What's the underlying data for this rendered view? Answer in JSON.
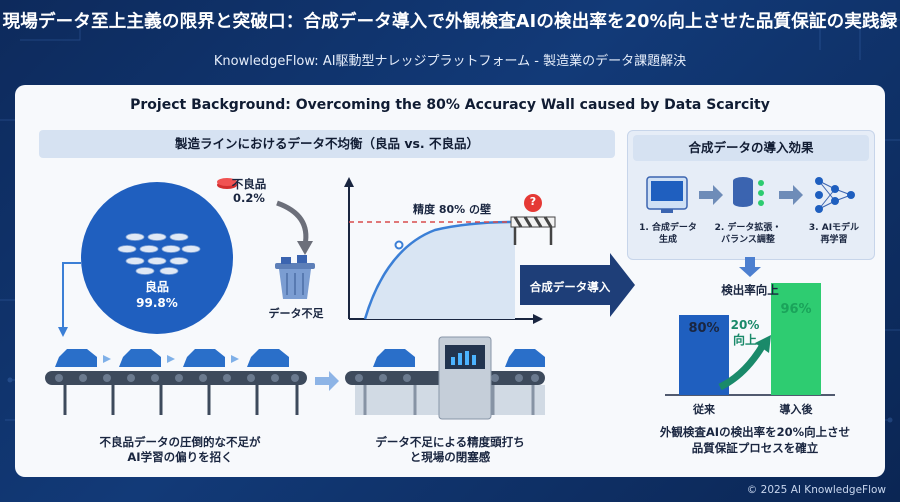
{
  "header": {
    "title": "現場データ至上主義の限界と突破口：合成データ導入で外観検査AIの検出率を20%向上させた品質保証の実践録",
    "subtitle": "KnowledgeFlow: AI駆動型ナレッジプラットフォーム - 製造業のデータ課題解決"
  },
  "panel": {
    "title": "Project Background: Overcoming the 80% Accuracy Wall caused by Data Scarcity"
  },
  "left_section": {
    "header": "製造ラインにおけるデータ不均衡（良品 vs. 不良品）",
    "defect_label": "不良品",
    "defect_value": "0.2%",
    "good_label": "良品",
    "good_value": "99.8%",
    "shortage_label": "データ不足",
    "accuracy_wall_label": "精度 80% の壁",
    "question_mark": "?",
    "caption_left_1": "不良品データの圧倒的な不足が",
    "caption_left_2": "AI学習の偏りを招く",
    "caption_mid_1": "データ不足による精度頭打ち",
    "caption_mid_2": "と現場の閉塞感",
    "arrow_label": "合成データ導入"
  },
  "right_section": {
    "header": "合成データの導入効果",
    "steps": [
      {
        "line1": "1. 合成データ",
        "line2": "生成"
      },
      {
        "line1": "2. データ拡張・",
        "line2": "バランス調整"
      },
      {
        "line1": "3. AIモデル",
        "line2": "再学習"
      }
    ],
    "result_title": "検出率向上",
    "improve_line1": "20%",
    "improve_line2": "向上",
    "caption_1": "外観検査AIの検出率を20%向上させ",
    "caption_2": "品質保証プロセスを確立"
  },
  "chart_data": {
    "type": "bar",
    "categories": [
      "従来",
      "導入後"
    ],
    "values": [
      80,
      96
    ],
    "value_labels": [
      "80%",
      "96%"
    ],
    "title": "検出率向上",
    "xlabel": "",
    "ylabel": "",
    "ylim": [
      0,
      100
    ],
    "colors": [
      "#1f5fbf",
      "#2ecc71"
    ]
  },
  "colors": {
    "background": "#0d2a5c",
    "accent_blue": "#1f5fbf",
    "accent_green": "#2ecc71",
    "defect_red": "#d32f2f",
    "wall_line": "#d94c4c"
  },
  "footer": "© 2025 AI KnowledgeFlow"
}
